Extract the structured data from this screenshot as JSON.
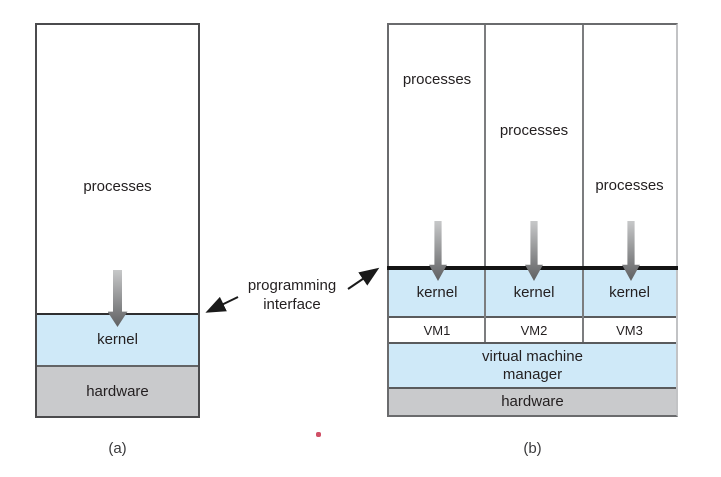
{
  "panel_a": {
    "processes": "processes",
    "kernel": "kernel",
    "hardware": "hardware",
    "caption": "(a)"
  },
  "panel_b": {
    "columns": [
      {
        "processes": "processes",
        "kernel": "kernel",
        "vm": "VM1"
      },
      {
        "processes": "processes",
        "kernel": "kernel",
        "vm": "VM2"
      },
      {
        "processes": "processes",
        "kernel": "kernel",
        "vm": "VM3"
      }
    ],
    "vmm_line1": "virtual machine",
    "vmm_line2": "manager",
    "hardware": "hardware",
    "caption": "(b)"
  },
  "annotation": {
    "line1": "programming",
    "line2": "interface"
  },
  "colors": {
    "kernel_fill": "#cfe9f8",
    "hardware_fill": "#c9cacc",
    "interface_line": "#141414",
    "arrow_top": "#c7c8c9",
    "arrow_bottom": "#5f6062",
    "annotation_arrow": "#1a1a1a",
    "dot": "#d04f66"
  }
}
